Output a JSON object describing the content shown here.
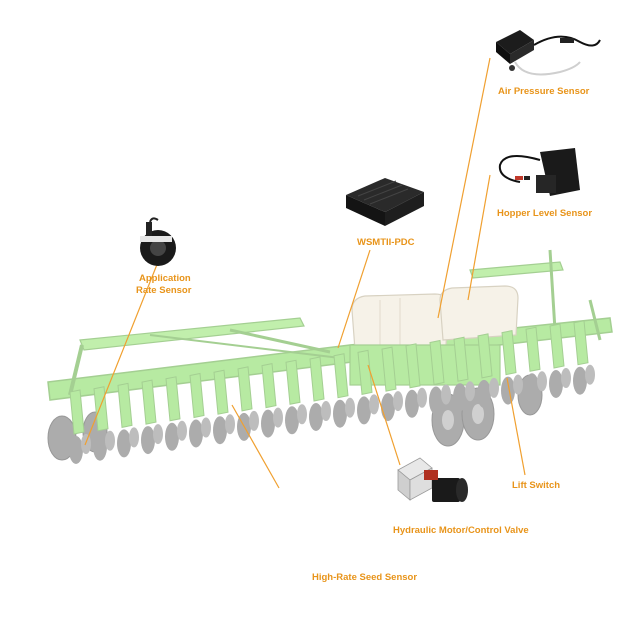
{
  "colors": {
    "label": "#e8941a",
    "leader_line": "#f0a030",
    "planter_frame": "#7ed957",
    "planter_outline": "#5aa83a",
    "hopper": "#efe8d6",
    "wheel": "#6a6a6a",
    "component_dark": "#222222",
    "background": "#ffffff"
  },
  "labels": {
    "air_pressure": "Air Pressure Sensor",
    "hopper_level": "Hopper Level Sensor",
    "wsmtii": "WSMTII-PDC",
    "application_rate_line1": "Application",
    "application_rate_line2": "Rate Sensor",
    "lift_switch": "Lift Switch",
    "hydraulic": "Hydraulic Motor/Control Valve",
    "seed_sensor": "High-Rate Seed Sensor"
  }
}
